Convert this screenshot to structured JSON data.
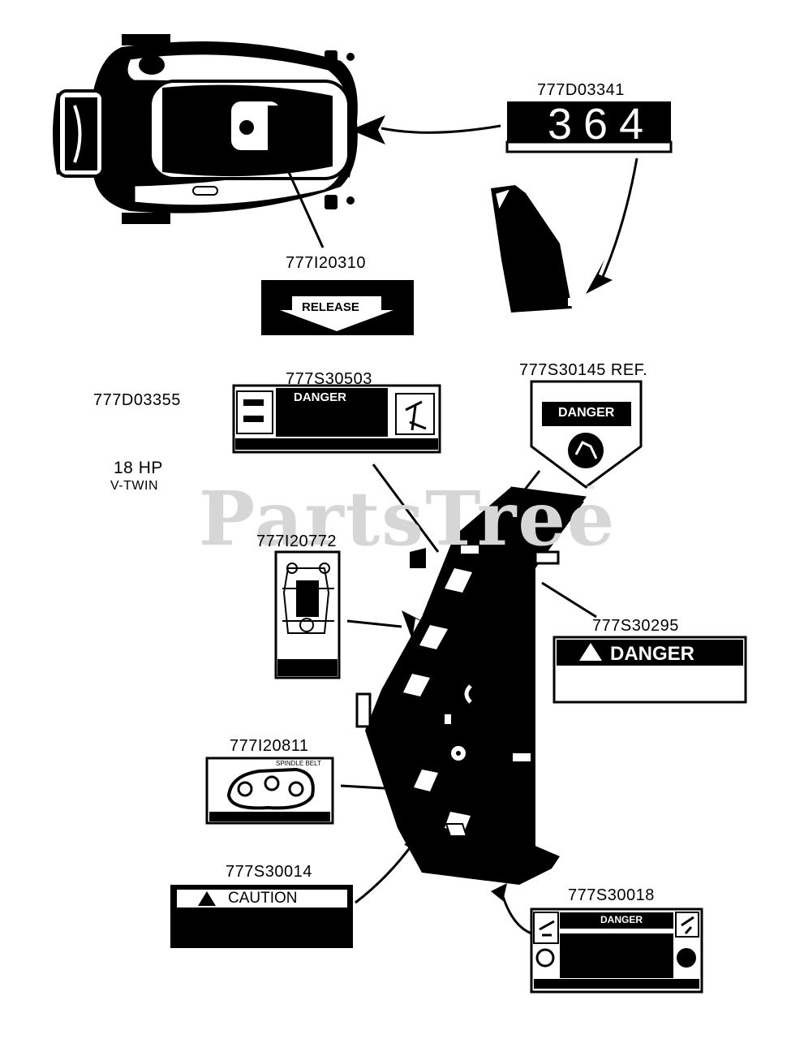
{
  "watermark": {
    "text": "PartsTree",
    "trademark": "™"
  },
  "labels": {
    "top_364_pn": "777D03341",
    "top_364_value": "364",
    "release_pn": "777I20310",
    "release_text": "RELEASE",
    "engine_pn": "777D03355",
    "engine_hp": "18 HP",
    "engine_type": "V-TWIN",
    "danger_s30503_pn": "777S30503",
    "danger_s30503_text": "DANGER",
    "danger_s30145_pn": "777S30145 REF.",
    "danger_s30145_text": "DANGER",
    "belt_i20772_pn": "777I20772",
    "danger_s30295_pn": "777S30295",
    "danger_s30295_text": "DANGER",
    "spindle_i20811_pn": "777I20811",
    "spindle_text": "SPINDLE BELT",
    "caution_s30014_pn": "777S30014",
    "caution_text": "CAUTION",
    "danger_s30018_pn": "777S30018",
    "danger_s30018_text": "DANGER"
  }
}
